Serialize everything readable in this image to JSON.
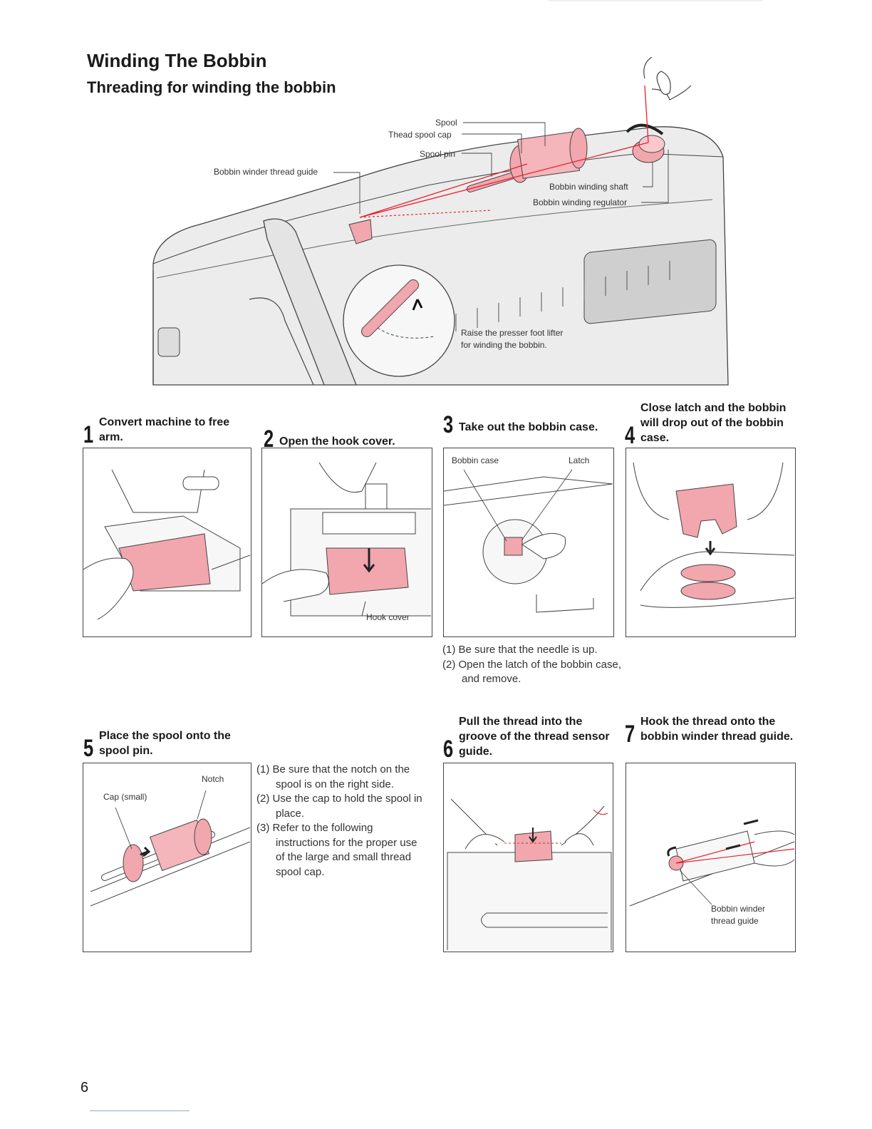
{
  "page": {
    "title": "Winding The Bobbin",
    "subtitle": "Threading for winding the bobbin",
    "page_number": "6"
  },
  "main_diagram": {
    "labels": {
      "spool": "Spool",
      "thread_spool_cap": "Thead spool cap",
      "spool_pin": "Spool pin",
      "bobbin_winder_thread_guide": "Bobbin winder thread guide",
      "bobbin_winding_shaft": "Bobbin winding shaft",
      "bobbin_winding_regulator": "Bobbin winding regulator",
      "presser_note_1": "Raise the presser foot lifter",
      "presser_note_2": "for winding the bobbin."
    }
  },
  "steps": [
    {
      "num": "1",
      "text": "Convert machine to free arm."
    },
    {
      "num": "2",
      "text": "Open the hook cover.",
      "labels": {
        "hook_cover": "Hook cover"
      }
    },
    {
      "num": "3",
      "text": "Take out the bobbin case.",
      "labels": {
        "bobbin_case": "Bobbin case",
        "latch": "Latch"
      },
      "notes": [
        "(1) Be sure that the needle is up.",
        "(2) Open the latch of the bobbin case, and remove."
      ]
    },
    {
      "num": "4",
      "text": "Close latch and the bobbin will drop out of the bobbin case."
    },
    {
      "num": "5",
      "text": "Place the spool onto the spool pin.",
      "labels": {
        "cap_small": "Cap (small)",
        "notch": "Notch"
      },
      "notes": [
        "(1) Be sure that the notch on the spool is on the right side.",
        "(2) Use the cap to hold the spool in place.",
        "(3) Refer to the following instructions for the proper use of the large and small thread spool cap."
      ]
    },
    {
      "num": "6",
      "text": "Pull the thread into the groove of the thread sensor guide."
    },
    {
      "num": "7",
      "text": "Hook the thread onto the bobbin winder thread guide.",
      "labels": {
        "guide_1": "Bobbin winder",
        "guide_2": "thread guide"
      }
    }
  ],
  "colors": {
    "accent": "#f2a6ad",
    "thread": "#e8202e",
    "line": "#444444",
    "machine": "#ececec"
  }
}
